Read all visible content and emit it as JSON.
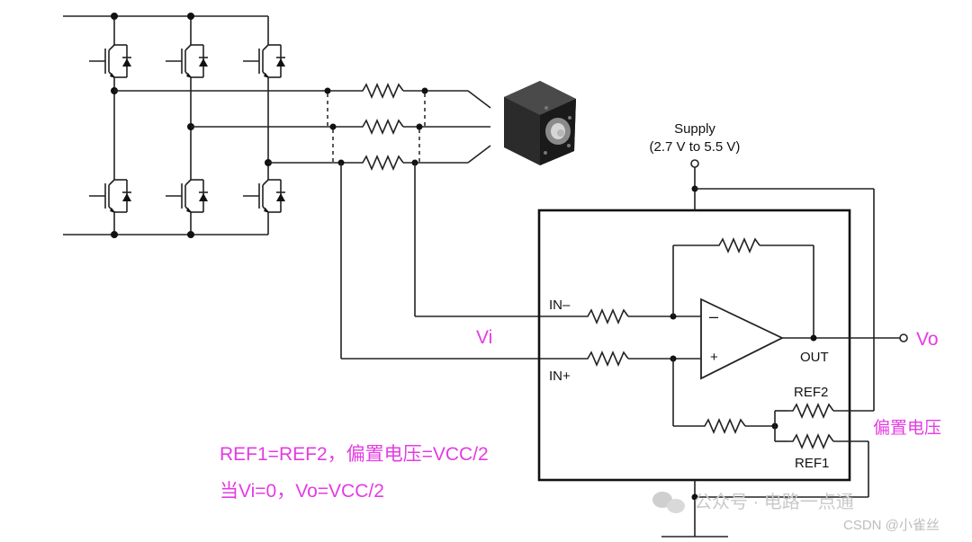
{
  "supply": {
    "title": "Supply",
    "range": "(2.7 V to 5.5 V)"
  },
  "pins": {
    "in_minus": "IN–",
    "in_plus": "IN+",
    "out": "OUT",
    "ref2": "REF2",
    "ref1": "REF1"
  },
  "opamp": {
    "minus": "–",
    "plus": "+"
  },
  "annotations": {
    "vi": "Vi",
    "vo": "Vo",
    "bias": "偏置电压",
    "line1": "REF1=REF2，偏置电压=VCC/2",
    "line2": "当Vi=0，Vo=VCC/2"
  },
  "watermark": {
    "wechat": "公众号 · 电路一点通",
    "csdn": "CSDN @小雀丝"
  },
  "colors": {
    "annotation": "#e53be3",
    "wire": "#222222"
  }
}
